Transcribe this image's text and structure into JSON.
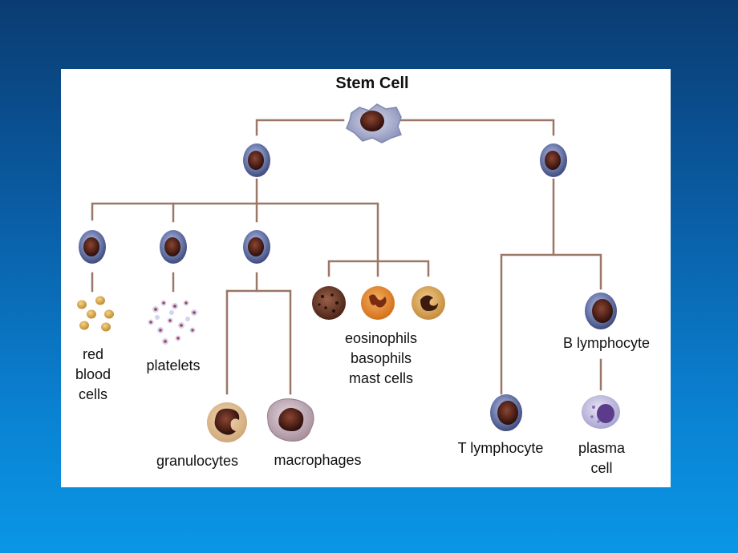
{
  "diagram": {
    "title": "Stem Cell",
    "labels": {
      "red_blood_cells": [
        "red",
        "blood",
        "cells"
      ],
      "platelets": "platelets",
      "granulocytes": "granulocytes",
      "macrophages": "macrophages",
      "eosinophils_group": [
        "eosinophils",
        "basophils",
        "mast cells"
      ],
      "b_lymphocyte": "B lymphocyte",
      "t_lymphocyte": "T lymphocyte",
      "plasma_cell": [
        "plasma",
        "cell"
      ]
    }
  },
  "colors": {
    "background_top": "#0a3c72",
    "background_bottom": "#0a96e6",
    "panel": "#ffffff",
    "connector": "#9a7766",
    "cell_membrane": "#5a6a98",
    "nucleus": "#4a1e16",
    "red_blood_cell": "#d9a74a",
    "basophil": "#e8852a"
  }
}
